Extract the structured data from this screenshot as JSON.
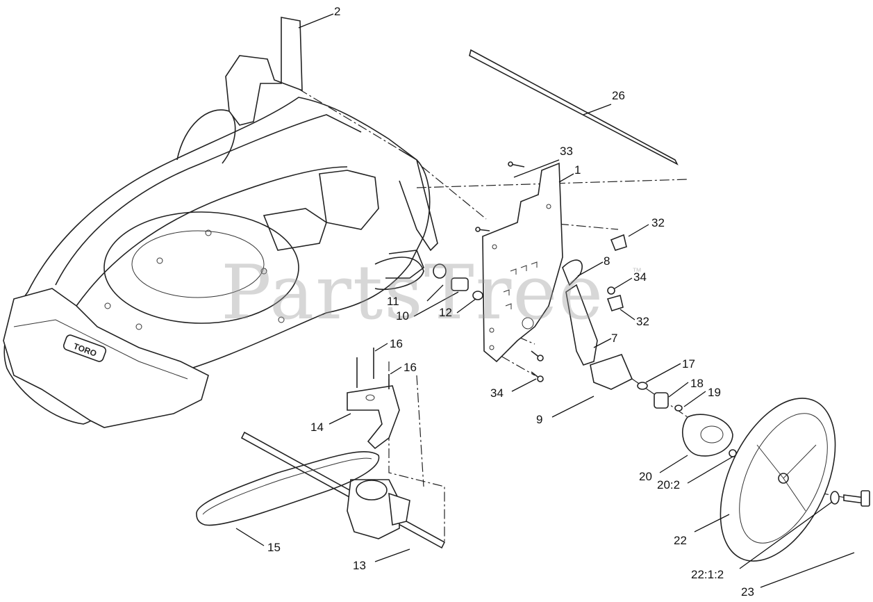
{
  "watermark": {
    "text": "PartsTree",
    "trademark": "™"
  },
  "callouts": {
    "c1": "1",
    "c2": "2",
    "c7": "7",
    "c8": "8",
    "c9": "9",
    "c10": "10",
    "c11": "11",
    "c12": "12",
    "c13": "13",
    "c14": "14",
    "c15": "15",
    "c16a": "16",
    "c16b": "16",
    "c17": "17",
    "c18": "18",
    "c19": "19",
    "c20": "20",
    "c20_2": "20:2",
    "c22": "22",
    "c22_1_2": "22:1:2",
    "c23": "23",
    "c26": "26",
    "c32a": "32",
    "c32b": "32",
    "c33": "33",
    "c34a": "34",
    "c34b": "34"
  },
  "deck_logo": "TORO",
  "colors": {
    "line": "#222222",
    "background": "#ffffff",
    "watermark": "#969696"
  }
}
